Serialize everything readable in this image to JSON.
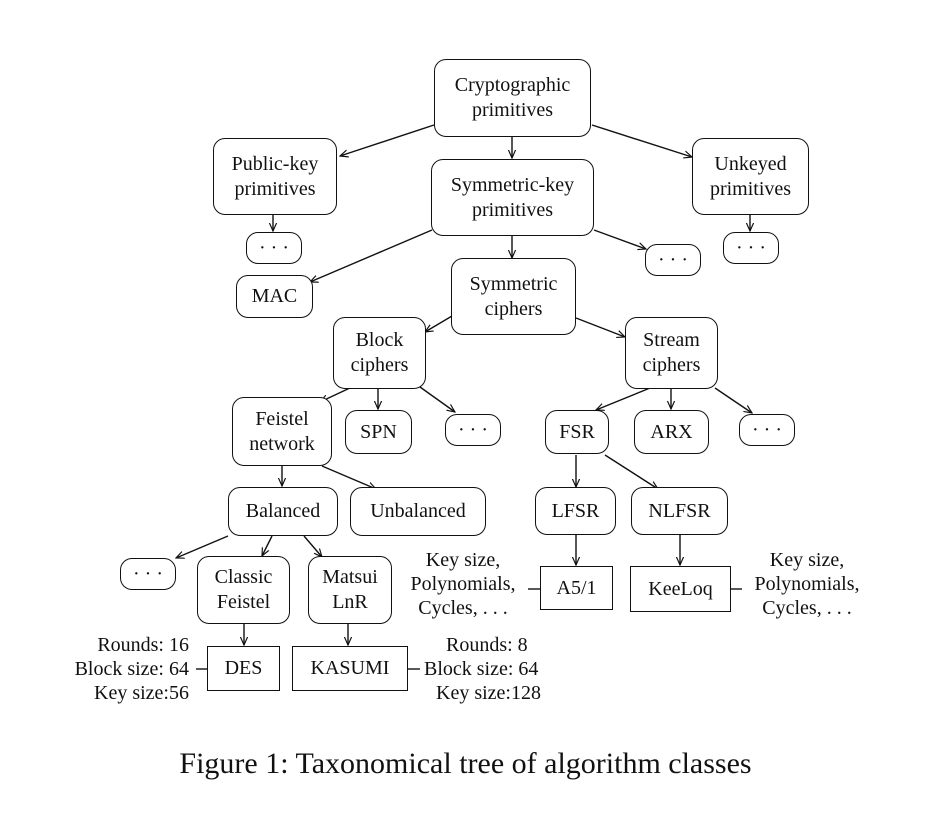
{
  "nodes": {
    "cryptographic_primitives": [
      "Cryptographic",
      "primitives"
    ],
    "public_key_primitives": [
      "Public-key",
      "primitives"
    ],
    "symmetric_key_primitives": [
      "Symmetric-key",
      "primitives"
    ],
    "unkeyed_primitives": [
      "Unkeyed",
      "primitives"
    ],
    "public_key_more": "· · ·",
    "symmetric_key_more": "· · ·",
    "unkeyed_more": "· · ·",
    "mac": "MAC",
    "symmetric_ciphers": [
      "Symmetric",
      "ciphers"
    ],
    "block_ciphers": [
      "Block",
      "ciphers"
    ],
    "stream_ciphers": [
      "Stream",
      "ciphers"
    ],
    "feistel_network": [
      "Feistel",
      "network"
    ],
    "spn": "SPN",
    "block_more": "· · ·",
    "fsr": "FSR",
    "arx": "ARX",
    "stream_more": "· · ·",
    "balanced": "Balanced",
    "unbalanced": "Unbalanced",
    "lfsr": "LFSR",
    "nlfsr": "NLFSR",
    "balanced_more": "· · ·",
    "classic_feistel": [
      "Classic",
      "Feistel"
    ],
    "matsui_lnr": [
      "Matsui",
      "LnR"
    ],
    "a51": "A5/1",
    "keeloq": "KeeLoq",
    "des": "DES",
    "kasumi": "KASUMI"
  },
  "annotations": {
    "des_params": [
      "Rounds: 16",
      "Block size: 64",
      "Key size:56"
    ],
    "kasumi_params": [
      "Rounds: 8",
      "Block size: 64",
      "Key size:128"
    ],
    "a51_params": [
      "Key size,",
      "Polynomials,",
      "Cycles, . . ."
    ],
    "keeloq_params": [
      "Key size,",
      "Polynomials,",
      "Cycles, . . ."
    ]
  },
  "caption": "Figure 1: Taxonomical tree of algorithm classes"
}
